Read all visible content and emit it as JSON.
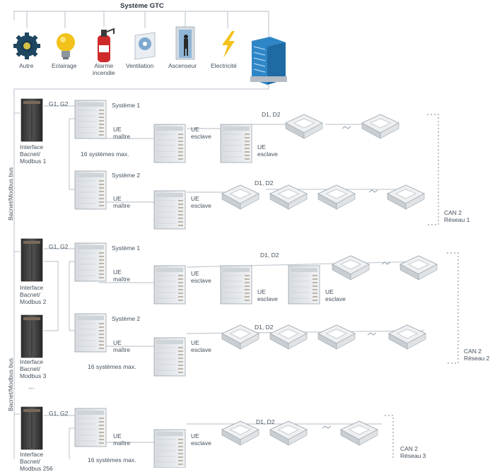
{
  "title": "Système GTC",
  "icons": [
    {
      "label": "Autre",
      "icon": "gear-icon"
    },
    {
      "label": "Eclairage",
      "icon": "bulb-icon"
    },
    {
      "label": "Alarme\nincendie",
      "icon": "extinguisher-icon"
    },
    {
      "label": "Ventilation",
      "icon": "fan-icon"
    },
    {
      "label": "Ascenseur",
      "icon": "elevator-icon"
    },
    {
      "label": "Electricité",
      "icon": "lightning-icon"
    }
  ],
  "bus_label": "Bacnet/Modbus bus",
  "interfaces": {
    "i1": "Interface\nBacnet/\nModbus 1",
    "i2": "Interface\nBacnet/\nModbus 2",
    "i3": "Interface\nBacnet/\nModbus 3",
    "i256": "Interface\nBacnet/\nModbus 256"
  },
  "ellipsis": "...",
  "g_label": "G1, G2",
  "d_label": "D1, D2",
  "sys1": "Système 1",
  "sys2": "Système 2",
  "ue_master": "UE\nmaître",
  "ue_slave": "UE\nesclave",
  "max_systems": "16 systèmes max.",
  "networks": {
    "n1": "CAN 2\nRéseau 1",
    "n2": "CAN 2\nRéseau 2",
    "n3": "CAN 2\nRéseau 3"
  },
  "colors": {
    "line": "#b9c3cc",
    "cabinet": "#3b3b3b",
    "unit": "#e4e7ea",
    "building": "#2f86c6"
  }
}
